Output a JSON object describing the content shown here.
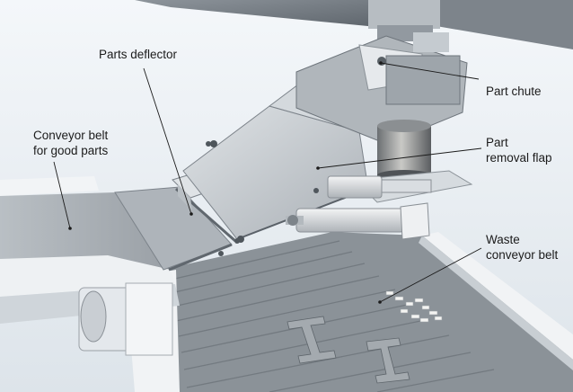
{
  "labels": {
    "parts_deflector": "Parts deflector",
    "part_chute": "Part chute",
    "conveyor_good": "Conveyor belt\nfor good parts",
    "part_removal_flap": "Part\nremoval flap",
    "waste_conveyor": "Waste\nconveyor belt"
  },
  "colors": {
    "sky": "#e9eef3",
    "metal_light": "#c9ced3",
    "metal_mid": "#a7adb3",
    "metal_dark": "#6e757c",
    "belt": "#8b9298",
    "belt_line": "#6f767c",
    "rail": "#f1f3f5",
    "leader": "#1b1b1b"
  }
}
